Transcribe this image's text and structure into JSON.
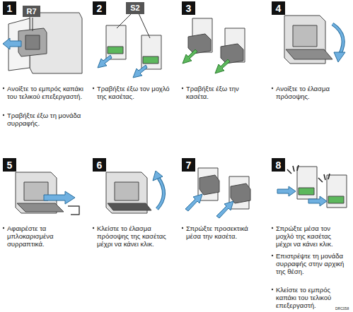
{
  "diagram": {
    "nodes": [
      {
        "text": [
          "1"
        ]
      },
      {
        "text": [
          "R7"
        ]
      },
      {
        "text": [
          "2"
        ]
      },
      {
        "text": [
          "S2"
        ]
      },
      {
        "text": [
          "3"
        ]
      },
      {
        "text": [
          "4"
        ]
      },
      {
        "text": [
          "5"
        ]
      },
      {
        "text": [
          "6"
        ]
      },
      {
        "text": [
          "7"
        ]
      },
      {
        "text": [
          "8"
        ]
      }
    ],
    "labels": [
      "Ανοίξτε το εμπρός καπάκι του τελικού επεξεργαστή.",
      "Τραβήξτε έξω τη μονάδα συρραφής.",
      "Τραβήξτε έξω τον μοχλό της κασέτας.",
      "Τραβήξτε έξω την κασέτα.",
      "Ανοίξτε το έλασμα πρόσοψης.",
      "Αφαιρέστε τα μπλοκαρισμένα συρραπτικά.",
      "Κλείστε το έλασμα πρόσοψης της κασέτας μέχρι να κάνει κλικ.",
      "Σπρώξτε προσεκτικά μέσα την κασέτα.",
      "Σπρώξτε μέσα τον μοχλό της κασέτας μέχρι να κάνει κλικ.",
      "Επιστρέψτε τη μονάδα συρραφής στην αρχική της θέση.",
      "Κλείστε το εμπρός καπάκι του τελικού επεξεργαστή.",
      "DRC058"
    ]
  }
}
